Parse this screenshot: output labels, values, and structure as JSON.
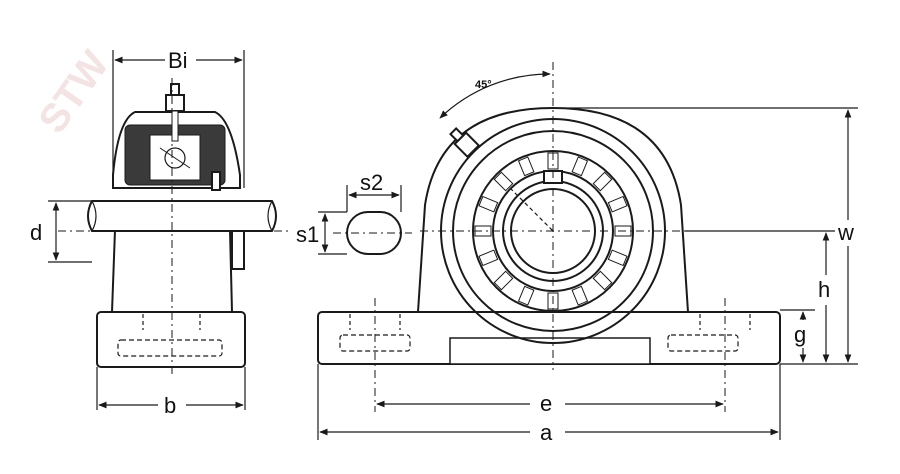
{
  "diagram": {
    "watermark": "STW",
    "labels": {
      "bi": "Bi",
      "d": "d",
      "b": "b",
      "s2": "s2",
      "s1": "s1",
      "angle": "45°",
      "w": "w",
      "h": "h",
      "g": "g",
      "e": "e",
      "a": "a"
    }
  }
}
